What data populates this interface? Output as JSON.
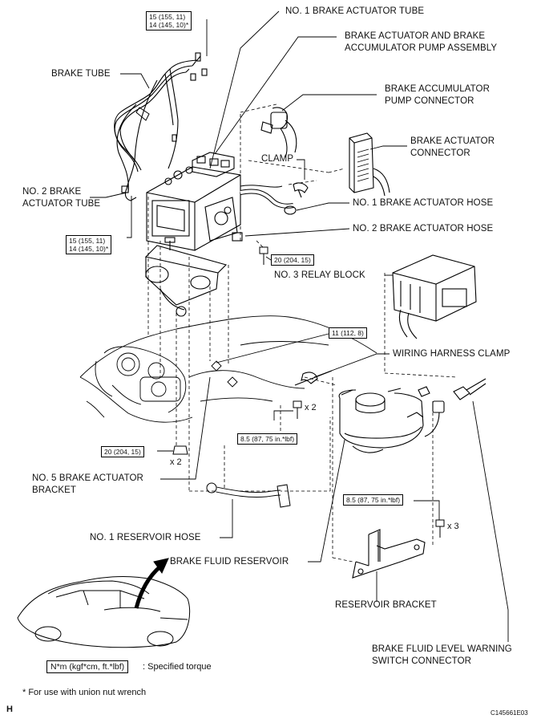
{
  "labels": {
    "brake_actuator_tube_1": "NO. 1 BRAKE ACTUATOR TUBE",
    "actuator_pump_assembly_l1": "BRAKE ACTUATOR AND BRAKE",
    "actuator_pump_assembly_l2": "ACCUMULATOR PUMP ASSEMBLY",
    "brake_tube": "BRAKE TUBE",
    "pump_connector_l1": "BRAKE ACCUMULATOR",
    "pump_connector_l2": "PUMP CONNECTOR",
    "actuator_connector_l1": "BRAKE ACTUATOR",
    "actuator_connector_l2": "CONNECTOR",
    "clamp": "CLAMP",
    "brake_actuator_tube_2_l1": "NO. 2 BRAKE",
    "brake_actuator_tube_2_l2": "ACTUATOR TUBE",
    "actuator_hose_1": "NO. 1 BRAKE ACTUATOR HOSE",
    "actuator_hose_2": "NO. 2 BRAKE ACTUATOR HOSE",
    "relay_block_3": "NO. 3 RELAY BLOCK",
    "wiring_harness_clamp": "WIRING HARNESS CLAMP",
    "actuator_bracket_5_l1": "NO. 5 BRAKE ACTUATOR",
    "actuator_bracket_5_l2": "BRACKET",
    "reservoir_hose_1": "NO. 1 RESERVOIR HOSE",
    "brake_fluid_reservoir": "BRAKE FLUID RESERVOIR",
    "reservoir_bracket": "RESERVOIR BRACKET",
    "level_switch_connector_l1": "BRAKE FLUID LEVEL WARNING",
    "level_switch_connector_l2": "SWITCH CONNECTOR"
  },
  "torques": {
    "top_l1": "15 (155, 11)",
    "top_l2": "14 (145, 10)*",
    "mid_l1": "15 (155, 11)",
    "mid_l2": "14 (145, 10)*",
    "bolt_20_a": "20 (204, 15)",
    "bolt_11": "11 (112, 8)",
    "bolt_8_5_a": "8.5 (87, 75 in.*lbf)",
    "bolt_20_b": "20 (204, 15)",
    "bolt_8_5_b": "8.5 (87, 75 in.*lbf)"
  },
  "multipliers": {
    "x2_a": "x 2",
    "x2_b": "x 2",
    "x3": "x 3"
  },
  "legend": {
    "unit_box": "N*m (kgf*cm, ft.*lbf)",
    "unit_text": ": Specified torque",
    "footnote": "* For use with union nut wrench"
  },
  "corner": {
    "left": "H",
    "right": "C145661E03"
  }
}
